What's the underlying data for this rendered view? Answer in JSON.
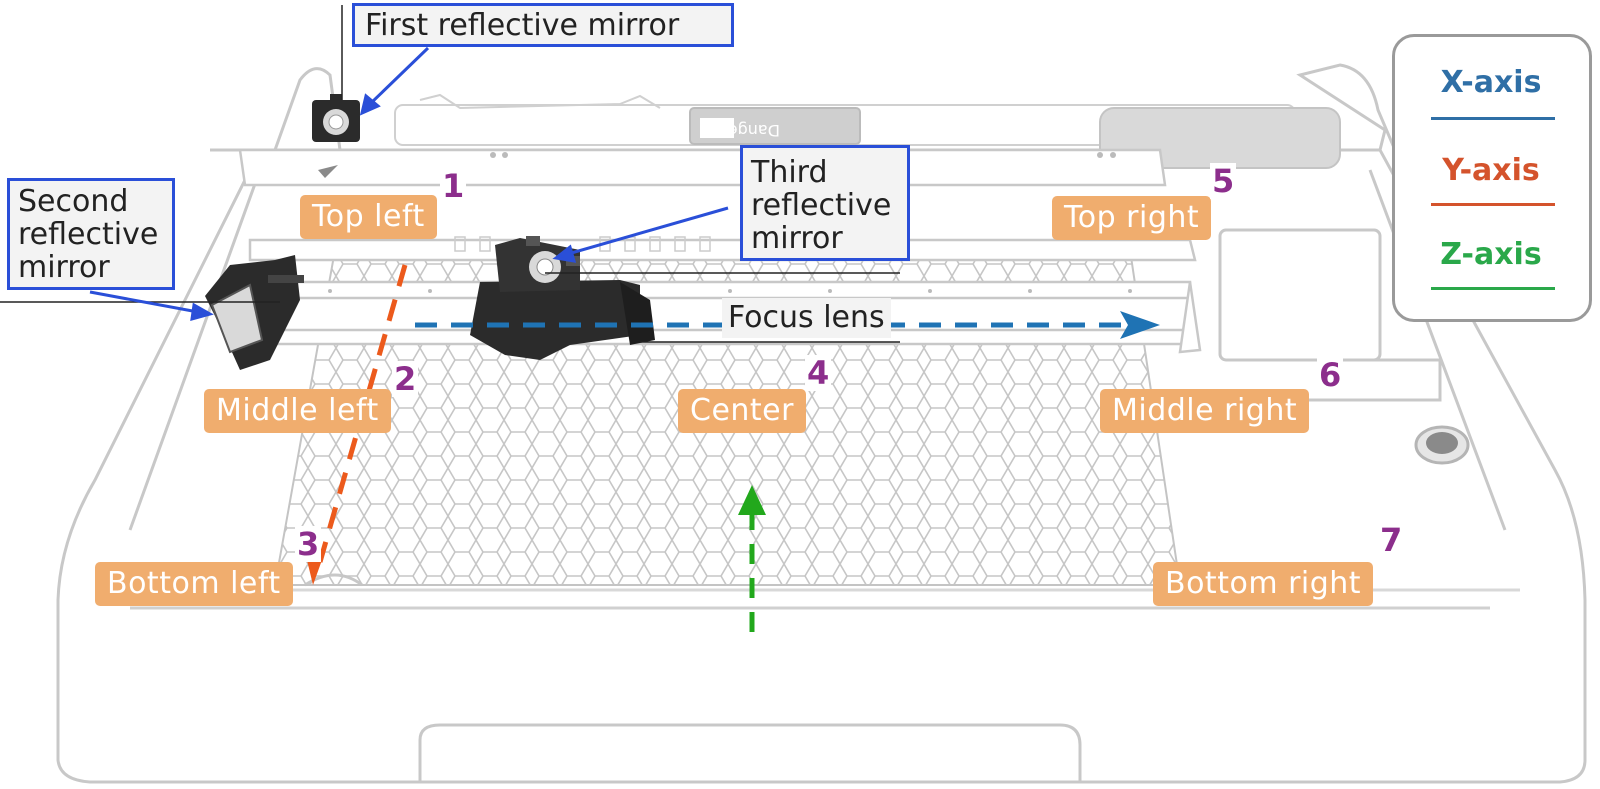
{
  "callouts": {
    "first_mirror": "First reflective mirror",
    "second_mirror_lines": [
      "Second",
      "reflective",
      "mirror"
    ],
    "third_mirror_lines": [
      "Third",
      "reflective",
      "mirror"
    ],
    "focus_lens": "Focus lens"
  },
  "positions": [
    {
      "name": "Top left",
      "number": "1"
    },
    {
      "name": "Middle left",
      "number": "2"
    },
    {
      "name": "Bottom left",
      "number": "3"
    },
    {
      "name": "Center",
      "number": "4"
    },
    {
      "name": "Top right",
      "number": "5"
    },
    {
      "name": "Middle right",
      "number": "6"
    },
    {
      "name": "Bottom right",
      "number": "7"
    }
  ],
  "legend": [
    {
      "label": "X-axis",
      "color": "#2f6fa6"
    },
    {
      "label": "Y-axis",
      "color": "#d4532c"
    },
    {
      "label": "Z-axis",
      "color": "#2aa84a"
    }
  ],
  "colors": {
    "tag_bg": "#f0ad6e",
    "number": "#8c2e8c",
    "callout_border": "#2a4fd8",
    "x_arrow": "#1f73b4",
    "y_arrow": "#ec5a1c",
    "z_arrow": "#22a81c",
    "machine_outline": "#c8c8c8"
  }
}
